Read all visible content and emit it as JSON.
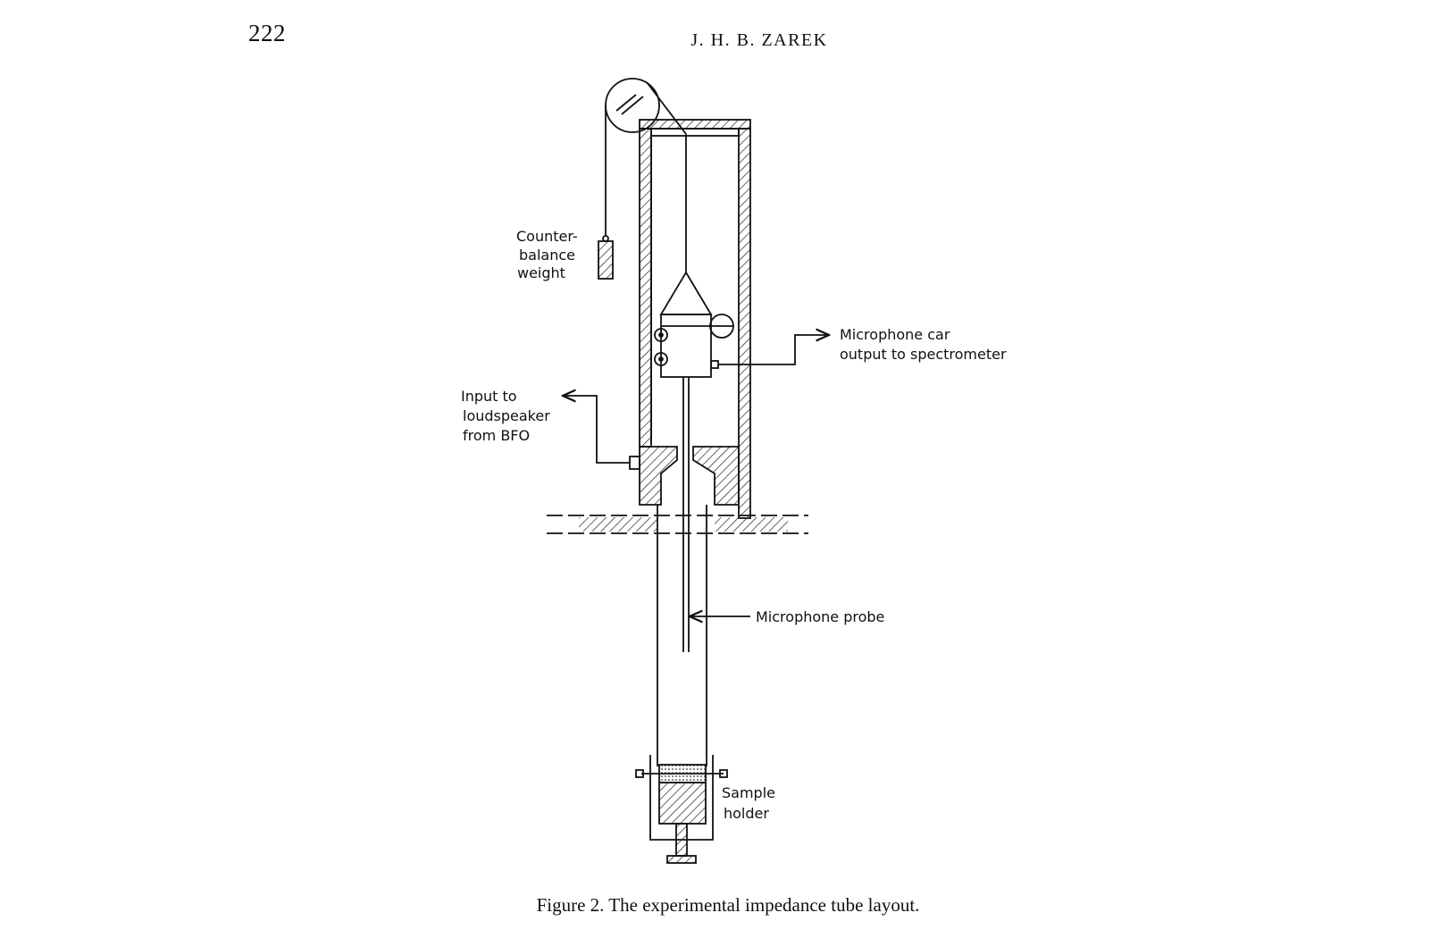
{
  "header": {
    "page_number": "222",
    "running_head": "J. H. B. ZAREK"
  },
  "figure": {
    "labels": {
      "counterbalance": [
        "Counter-",
        "balance",
        "weight"
      ],
      "microphone_car": [
        "Microphone car",
        "output to spectrometer"
      ],
      "loudspeaker_input": [
        "Input to",
        "loudspeaker",
        "from BFO"
      ],
      "microphone_probe": "Microphone probe",
      "sample_holder": [
        "Sample",
        "holder"
      ]
    },
    "caption": "Figure 2. The experimental impedance tube layout."
  }
}
